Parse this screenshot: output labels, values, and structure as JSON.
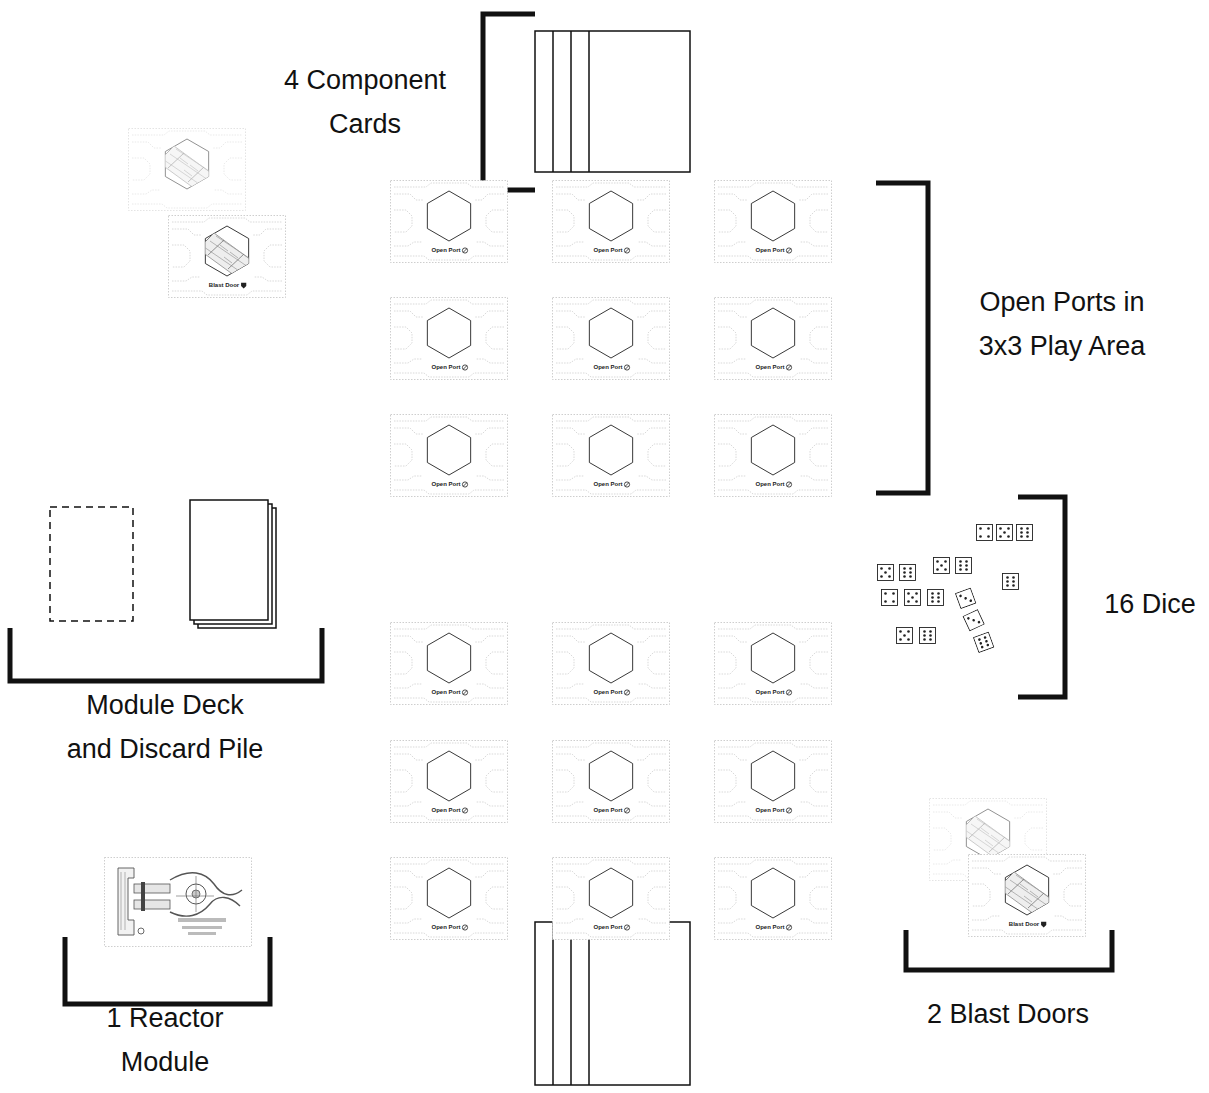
{
  "diagram": {
    "nodes": [
      {
        "text": [
          "Blast Door"
        ]
      },
      {
        "text": [
          "Open Port"
        ]
      },
      {
        "text": [
          "Open Port"
        ]
      },
      {
        "text": [
          "Open Port"
        ]
      },
      {
        "text": [
          "Open Port"
        ]
      },
      {
        "text": [
          "Open Port"
        ]
      },
      {
        "text": [
          "Open Port"
        ]
      },
      {
        "text": [
          "Open Port"
        ]
      },
      {
        "text": [
          "Open Port"
        ]
      },
      {
        "text": [
          "Open Port"
        ]
      },
      {
        "text": [
          "Open Port"
        ]
      },
      {
        "text": [
          "Open Port"
        ]
      },
      {
        "text": [
          "Open Port"
        ]
      },
      {
        "text": [
          "Open Port"
        ]
      },
      {
        "text": [
          "Open Port"
        ]
      },
      {
        "text": [
          "Open Port"
        ]
      },
      {
        "text": [
          "Open Port"
        ]
      },
      {
        "text": [
          "Open Port"
        ]
      },
      {
        "text": [
          "Open Port"
        ]
      },
      {
        "text": [
          "Blast Door"
        ]
      }
    ],
    "labels": [
      "4 Component Cards",
      "Open Ports in 3x3 Play Area",
      "16 Dice",
      "Module Deck and Discard Pile",
      "1 Reactor Module",
      "2 Blast Doors"
    ]
  }
}
